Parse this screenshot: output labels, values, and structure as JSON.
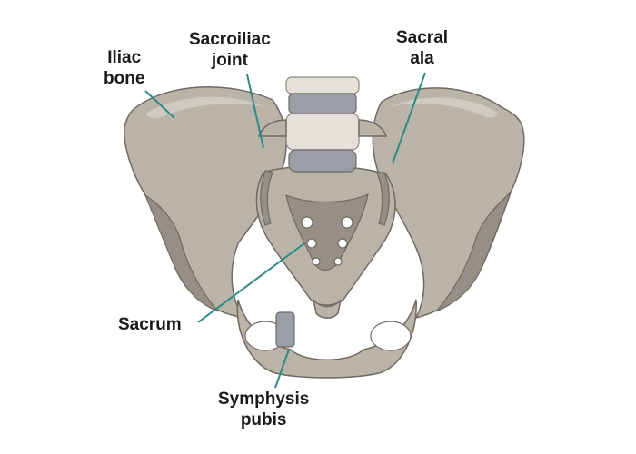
{
  "labels": {
    "iliac_bone": [
      "Iliac",
      "bone"
    ],
    "sacroiliac_joint": [
      "Sacroiliac",
      "joint"
    ],
    "sacral_ala": [
      "Sacral",
      "ala"
    ],
    "sacrum": [
      "Sacrum"
    ],
    "symphysis_pubis": [
      "Symphysis",
      "pubis"
    ]
  },
  "colors": {
    "bone": "#b9b3a8",
    "bone_shadow": "#958f85",
    "cartilage": "#9a9ea6",
    "leader_line": "#2e8a86",
    "text": "#1a1a1a"
  }
}
